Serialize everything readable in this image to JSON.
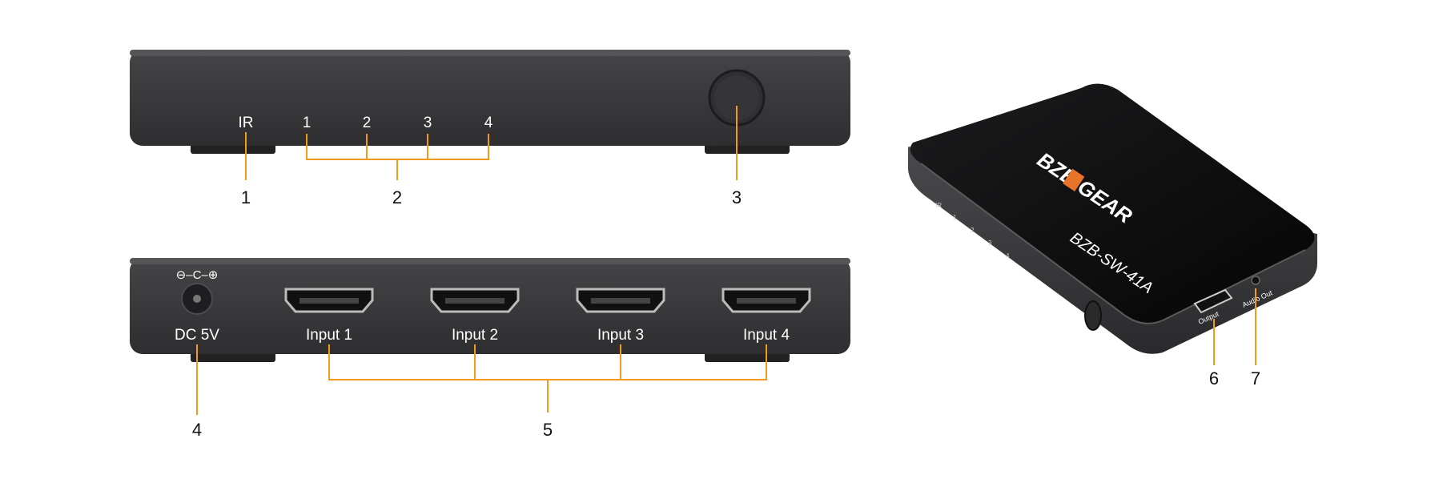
{
  "front_panel": {
    "ir_label": "IR",
    "led_labels": [
      "1",
      "2",
      "3",
      "4"
    ]
  },
  "rear_panel": {
    "dc_symbol": "⊖–C–⊕",
    "dc_label": "DC 5V",
    "inputs": [
      "Input 1",
      "Input 2",
      "Input 3",
      "Input 4"
    ]
  },
  "device": {
    "brand_logo_text": "BZB GEAR",
    "model": "BZB-SW-41A",
    "side_labels": [
      "IR",
      "1",
      "2",
      "3",
      "4"
    ],
    "output_label": "Output",
    "audio_label": "Audio Out"
  },
  "callouts": [
    "1",
    "2",
    "3",
    "4",
    "5",
    "6",
    "7"
  ],
  "colors": {
    "accent": "#f29a1e",
    "body": "#3a3a3c",
    "body_top": "#111111",
    "logo_orange": "#e8742a"
  }
}
